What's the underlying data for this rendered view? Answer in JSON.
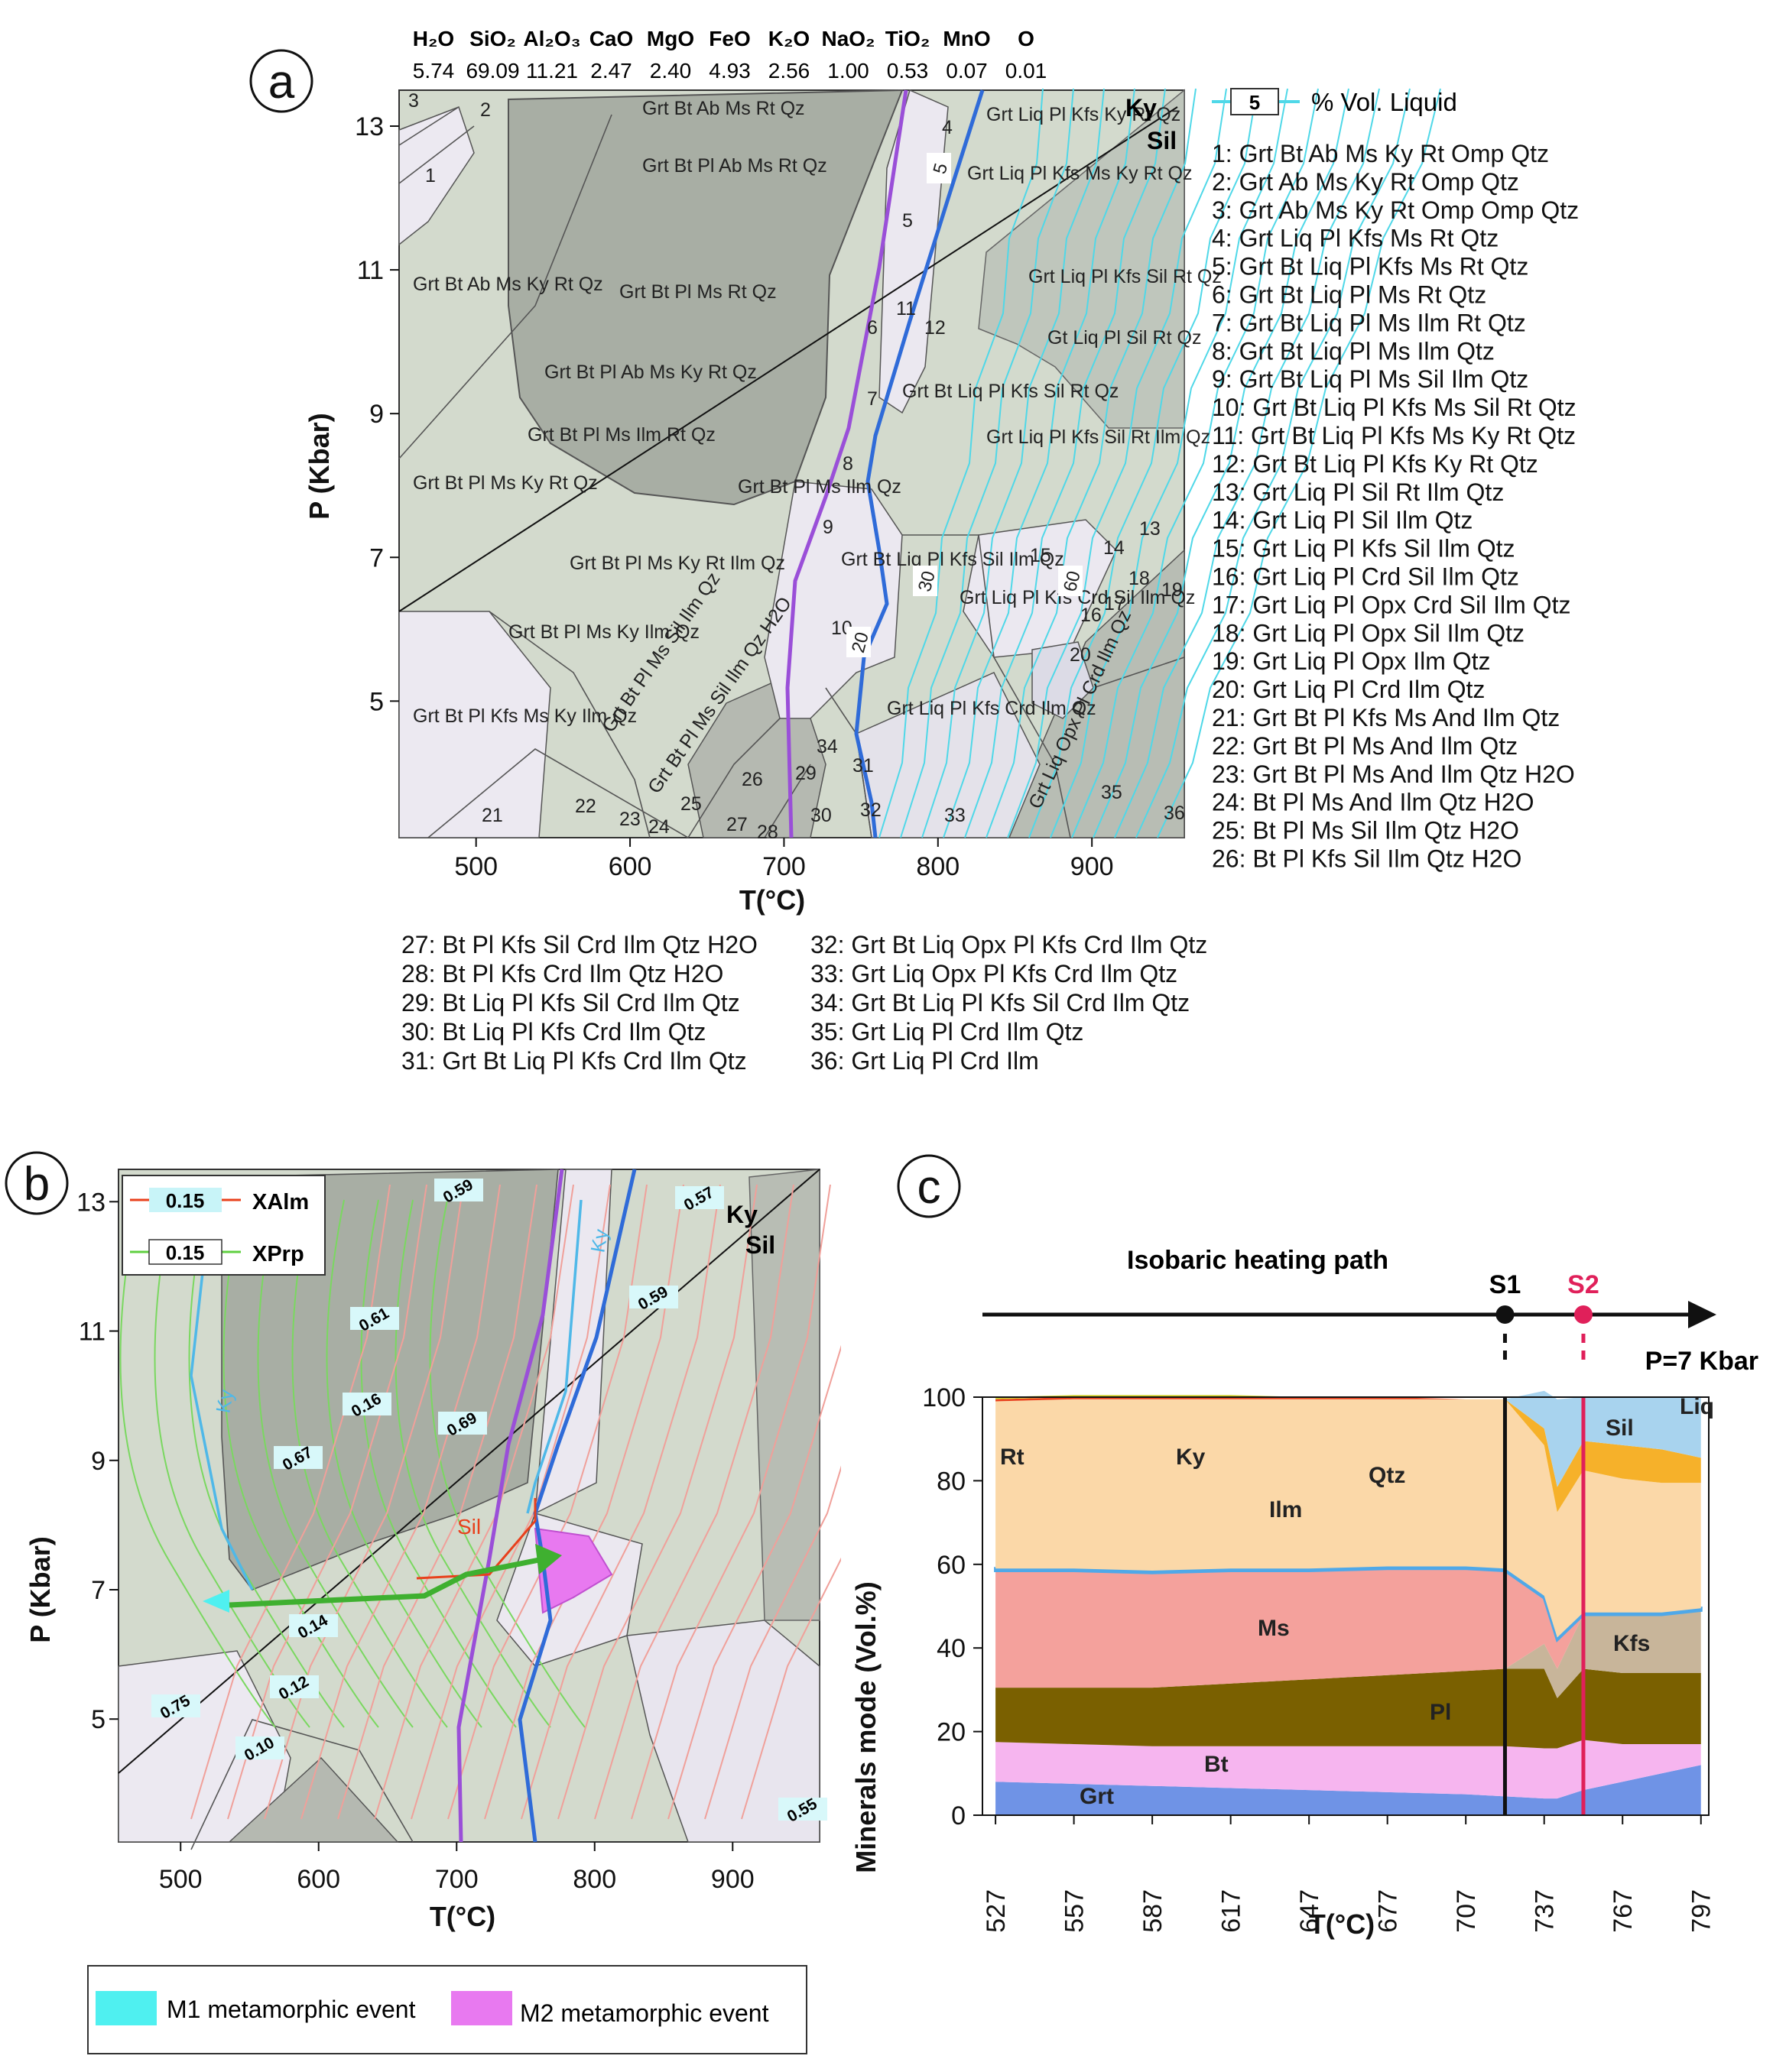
{
  "panel_a": {
    "letter": "a",
    "oxides": [
      {
        "name": "H₂O",
        "value": "5.74"
      },
      {
        "name": "SiO₂",
        "value": "69.09"
      },
      {
        "name": "Al₂O₃",
        "value": "11.21"
      },
      {
        "name": "CaO",
        "value": "2.47"
      },
      {
        "name": "MgO",
        "value": "2.40"
      },
      {
        "name": "FeO",
        "value": "4.93"
      },
      {
        "name": "K₂O",
        "value": "2.56"
      },
      {
        "name": "NaO₂",
        "value": "1.00"
      },
      {
        "name": "TiO₂",
        "value": "0.53"
      },
      {
        "name": "MnO",
        "value": "0.07"
      },
      {
        "name": "O",
        "value": "0.01"
      }
    ],
    "xticks": [
      "500",
      "600",
      "700",
      "800",
      "900"
    ],
    "yticks": [
      "5",
      "7",
      "9",
      "11",
      "13"
    ],
    "xlabel": "T(°C)",
    "ylabel": "P (Kbar)",
    "liquid_key": {
      "value": "5",
      "label": "% Vol. Liquid"
    },
    "ky_label": "Ky",
    "sil_label": "Sil",
    "field_labels": [
      "Grt Bt Ab Ms Rt Qz",
      "Grt Bt Pl Ab Ms Rt Qz",
      "Grt Bt Pl Ms Rt Qz",
      "Grt Bt Pl Ab Ms Ky Rt Qz",
      "Grt Bt Pl Ms Ilm Rt Qz",
      "Grt Bt Ab Ms Ky Rt Qz",
      "Grt Bt Pl Ms Ky Rt Qz",
      "Grt Bt Pl Ms Ilm Qz",
      "Grt Bt Pl Ms Ky Rt Ilm Qz",
      "Grt Bt Pl Ms Ky Ilm Qz",
      "Grt Bt Pl Kfs Ms Ky Ilm Qz",
      "Grt Bt Pl Ms Sil Ilm Qz",
      "Grt Bt Pl Ms Sil Ilm Qz H2O",
      "Grt Liq Pl Kfs Ky Rt Qz",
      "Grt Liq Pl Kfs Ms Ky Rt Qz",
      "Grt Bt Liq Pl Kfs Sil Rt Qz",
      "Grt Liq Pl Kfs Sil Rt Qz",
      "Gt Liq Pl Sil Rt Qz",
      "Grt Liq Pl Kfs Sil Rt Ilm Qz",
      "Grt Bt Liq Pl Kfs Sil Ilm Qz",
      "Grt Liq Pl Kfs Crd Sil Ilm Qz",
      "Grt Liq Pl Kfs Crd Ilm Qz",
      "Grt Liq Opx Pl Crd Ilm Qz"
    ],
    "field_numbers": [
      "1",
      "2",
      "3",
      "4",
      "5",
      "6",
      "7",
      "8",
      "9",
      "10",
      "11",
      "12",
      "13",
      "14",
      "15",
      "16",
      "17",
      "18",
      "19",
      "20",
      "21",
      "22",
      "23",
      "24",
      "25",
      "26",
      "27",
      "28",
      "29",
      "30",
      "31",
      "32",
      "33",
      "34",
      "35",
      "36"
    ],
    "isopleth_labels": [
      "5",
      "30",
      "20",
      "60"
    ],
    "legend_right": [
      "1: Grt Bt Ab Ms Ky Rt Omp Qtz",
      "2: Grt Ab Ms Ky Rt Omp Qtz",
      "3: Grt Ab Ms Ky Rt Omp Omp Qtz",
      "4: Grt Liq Pl Kfs Ms  Rt Qtz",
      "5: Grt Bt Liq Pl Kfs Ms Rt Qtz",
      "6: Grt Bt Liq Pl Ms Rt Qtz",
      "7: Grt Bt Liq Pl Ms Ilm Rt Qtz",
      "8: Grt Bt Liq Pl Ms Ilm Qtz",
      "9: Grt Bt Liq Pl Ms Sil Ilm Qtz",
      "10: Grt Bt Liq Pl Kfs Ms Sil Rt Qtz",
      "11: Grt Bt Liq Pl Kfs Ms Ky Rt Qtz",
      "12: Grt Bt Liq Pl Kfs  Ky Rt Qtz",
      "13: Grt Liq Pl Sil Rt Ilm Qtz",
      "14: Grt Liq Pl Sil Ilm Qtz",
      "15: Grt Liq Pl Kfs Sil Ilm Qtz",
      "16: Grt Liq Pl Crd Sil Ilm Qtz",
      "17: Grt Liq Pl Opx Crd Sil Ilm Qtz",
      "18: Grt Liq Pl Opx Sil Ilm Qtz",
      "19: Grt Liq Pl Opx Ilm Qtz",
      "20: Grt Liq Pl Crd Ilm Qtz",
      "21: Grt Bt Pl Kfs Ms And Ilm Qtz",
      "22: Grt Bt Pl Ms And Ilm Qtz",
      "23: Grt Bt Pl Ms And Ilm Qtz H2O",
      "24:  Bt Pl Ms And Ilm Qtz H2O",
      "25:  Bt Pl Ms Sil  Ilm Qtz H2O",
      "26:  Bt Pl Kfs Sil Ilm Qtz H2O"
    ],
    "legend_bottom_left": [
      "27:  Bt Pl Kfs Sil Crd Ilm Qtz H2O",
      "28:  Bt Pl Kfs Crd Ilm Qtz H2O",
      "29:  Bt Liq Pl Kfs Sil Crd Ilm Qtz",
      "30:  Bt Liq Pl Kfs Crd Ilm Qtz",
      "31:  Grt Bt Liq Pl Kfs Crd Ilm Qtz"
    ],
    "legend_bottom_right": [
      "32: Grt Bt Liq Opx Pl Kfs Crd Ilm Qtz",
      "33: Grt Liq Opx Pl Kfs Crd Ilm Qtz",
      "34: Grt Bt Liq Pl Kfs Sil Crd Ilm Qtz",
      "35: Grt Liq Pl Crd Ilm Qtz",
      "36: Grt Liq Pl Crd Ilm"
    ]
  },
  "panel_b": {
    "letter": "b",
    "xticks": [
      "500",
      "600",
      "700",
      "800",
      "900"
    ],
    "yticks": [
      "5",
      "7",
      "9",
      "11",
      "13"
    ],
    "xlabel": "T(°C)",
    "ylabel": "P (Kbar)",
    "key_xalm": {
      "value": "0.15",
      "label": "XAlm"
    },
    "key_xprp": {
      "value": "0.15",
      "label": "XPrp"
    },
    "ky_label": "Ky",
    "sil_label": "Sil",
    "ky_line_labels": [
      "Ky",
      "Ky"
    ],
    "sil_red_label": "Sil",
    "isopleth_labels": [
      "0.59",
      "0.57",
      "0.59",
      "0.61",
      "0.16",
      "0.69",
      "0.67",
      "0.14",
      "0.12",
      "0.10",
      "0.75",
      "0.55"
    ],
    "events": [
      {
        "label": "M1 metamorphic event",
        "color": "#4ff0f0"
      },
      {
        "label": "M2 metamorphic event",
        "color": "#e879f0"
      }
    ]
  },
  "panel_c": {
    "letter": "c",
    "path_title": "Isobaric heating path",
    "s1": "S1",
    "s2": "S2",
    "pressure": "P=7 Kbar",
    "ylabel": "Minerals mode  (Vol.%)",
    "xlabel": "T(°C)",
    "yticks": [
      "0",
      "20",
      "40",
      "60",
      "80",
      "100"
    ],
    "xticks": [
      "527",
      "557",
      "587",
      "617",
      "647",
      "677",
      "707",
      "737",
      "767",
      "797"
    ],
    "minerals": [
      "Liq",
      "Sil",
      "Rt",
      "Ky",
      "Qtz",
      "Ilm",
      "Ms",
      "Kfs",
      "Pl",
      "Bt",
      "Grt"
    ],
    "colors": {
      "Grt": "#6f93e6",
      "Bt": "#f6b5ef",
      "Pl": "#7a6000",
      "Kfs": "#c8b59a",
      "Ms": "#f4a19c",
      "Qtz": "#fbd8a8",
      "Sil": "#f6b12a",
      "Liq": "#a8d3ee",
      "Ilm": "#4fa8e8",
      "Rt": "#e8401c",
      "Ky": "#cfcf30",
      "S2": "#e0205a"
    }
  },
  "chart_data": [
    {
      "type": "area",
      "title": "",
      "xlabel": "T(°C)",
      "ylabel": "Minerals mode  (Vol.%)",
      "x": [
        527,
        557,
        587,
        617,
        647,
        677,
        707,
        722,
        737,
        742,
        752,
        767,
        782,
        797
      ],
      "ylim": [
        0,
        100
      ],
      "series": [
        {
          "name": "Grt",
          "values": [
            8,
            7.5,
            7,
            6.5,
            6,
            5.5,
            5,
            4.5,
            4,
            4,
            6,
            8,
            10,
            12
          ]
        },
        {
          "name": "Bt",
          "values": [
            9.5,
            9.5,
            9.5,
            10,
            10.5,
            11,
            11.5,
            12,
            12,
            12,
            12,
            9,
            7,
            5
          ]
        },
        {
          "name": "Pl",
          "values": [
            13,
            13.5,
            14,
            15,
            16,
            17,
            18,
            18.5,
            19,
            12,
            17,
            17,
            17,
            17
          ]
        },
        {
          "name": "Kfs",
          "values": [
            0,
            0,
            0,
            0,
            0,
            0,
            0,
            0,
            6,
            7,
            13,
            14,
            14,
            15
          ]
        },
        {
          "name": "Ms",
          "values": [
            28,
            28,
            27.5,
            27,
            26,
            25.5,
            24.5,
            23.5,
            11,
            7,
            0,
            0,
            0,
            0
          ]
        },
        {
          "name": "Ilm",
          "values": [
            0.5,
            0.5,
            0.5,
            0.5,
            0.5,
            0.5,
            0.5,
            0.5,
            0.5,
            0.5,
            0.5,
            0.5,
            0.5,
            0.5
          ]
        },
        {
          "name": "Qtz",
          "values": [
            40,
            40.5,
            41,
            40.5,
            40.5,
            40,
            40,
            40.5,
            36,
            30,
            34,
            32,
            31,
            30
          ]
        },
        {
          "name": "Rt",
          "values": [
            0.5,
            0.5,
            0.5,
            0.5,
            0.5,
            0.5,
            0,
            0,
            0,
            0,
            0,
            0,
            0,
            0
          ]
        },
        {
          "name": "Ky",
          "values": [
            0.5,
            0.5,
            0.5,
            0.5,
            0,
            0,
            0,
            0,
            0,
            0,
            0,
            0,
            0,
            0
          ]
        },
        {
          "name": "Sil",
          "values": [
            0,
            0,
            0,
            0,
            0,
            0,
            0,
            0,
            4,
            6,
            7,
            8,
            8,
            6
          ]
        },
        {
          "name": "Liq",
          "values": [
            0,
            0,
            0,
            0,
            0,
            0,
            0,
            0,
            9,
            21,
            10.5,
            11.5,
            12.5,
            14.5
          ]
        }
      ],
      "markers": [
        {
          "name": "S1",
          "x": 722
        },
        {
          "name": "S2",
          "x": 752
        }
      ],
      "grid": false
    }
  ]
}
